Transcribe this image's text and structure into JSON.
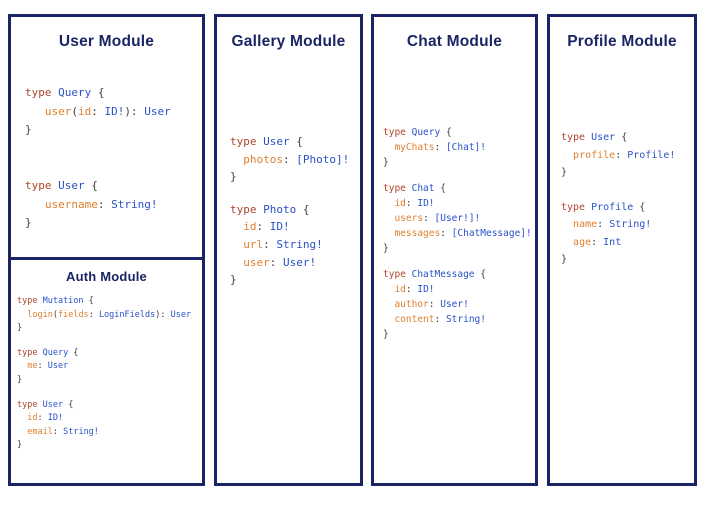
{
  "colors": {
    "border": "#1b2565",
    "title": "#1b2565",
    "keyword": "#b0452e",
    "type_name": "#2a52c8",
    "field": "#df7f2e",
    "type_ref": "#2a52c8",
    "punctuation": "#3d3d3d",
    "background": "#ffffff"
  },
  "modules": [
    {
      "title": "User Module",
      "blocks": [
        {
          "lines": [
            [
              {
                "c": "kw",
                "t": "type "
              },
              {
                "c": "tn",
                "t": "Query"
              },
              {
                "c": "pun",
                "t": " {"
              }
            ],
            [
              {
                "c": "pun",
                "t": "   "
              },
              {
                "c": "fld",
                "t": "user"
              },
              {
                "c": "pun",
                "t": "("
              },
              {
                "c": "fld",
                "t": "id"
              },
              {
                "c": "pun",
                "t": ": "
              },
              {
                "c": "typ",
                "t": "ID!"
              },
              {
                "c": "pun",
                "t": "): "
              },
              {
                "c": "typ",
                "t": "User"
              }
            ],
            [
              {
                "c": "pun",
                "t": "}"
              }
            ]
          ]
        },
        {
          "lines": [
            [
              {
                "c": "kw",
                "t": "type "
              },
              {
                "c": "tn",
                "t": "User"
              },
              {
                "c": "pun",
                "t": " {"
              }
            ],
            [
              {
                "c": "pun",
                "t": "   "
              },
              {
                "c": "fld",
                "t": "username"
              },
              {
                "c": "pun",
                "t": ": "
              },
              {
                "c": "typ",
                "t": "String!"
              }
            ],
            [
              {
                "c": "pun",
                "t": "}"
              }
            ]
          ]
        }
      ],
      "nested": {
        "title": "Auth Module",
        "blocks": [
          {
            "lines": [
              [
                {
                  "c": "kw",
                  "t": "type "
                },
                {
                  "c": "tn",
                  "t": "Mutation"
                },
                {
                  "c": "pun",
                  "t": " {"
                }
              ],
              [
                {
                  "c": "pun",
                  "t": "  "
                },
                {
                  "c": "fld",
                  "t": "login"
                },
                {
                  "c": "pun",
                  "t": "("
                },
                {
                  "c": "fld",
                  "t": "fields"
                },
                {
                  "c": "pun",
                  "t": ": "
                },
                {
                  "c": "typ",
                  "t": "LoginFields"
                },
                {
                  "c": "pun",
                  "t": "): "
                },
                {
                  "c": "typ",
                  "t": "User"
                }
              ],
              [
                {
                  "c": "pun",
                  "t": "}"
                }
              ]
            ]
          },
          {
            "lines": [
              [
                {
                  "c": "kw",
                  "t": "type "
                },
                {
                  "c": "tn",
                  "t": "Query"
                },
                {
                  "c": "pun",
                  "t": " {"
                }
              ],
              [
                {
                  "c": "pun",
                  "t": "  "
                },
                {
                  "c": "fld",
                  "t": "me"
                },
                {
                  "c": "pun",
                  "t": ": "
                },
                {
                  "c": "typ",
                  "t": "User"
                }
              ],
              [
                {
                  "c": "pun",
                  "t": "}"
                }
              ]
            ]
          },
          {
            "lines": [
              [
                {
                  "c": "kw",
                  "t": "type "
                },
                {
                  "c": "tn",
                  "t": "User"
                },
                {
                  "c": "pun",
                  "t": " {"
                }
              ],
              [
                {
                  "c": "pun",
                  "t": "  "
                },
                {
                  "c": "fld",
                  "t": "id"
                },
                {
                  "c": "pun",
                  "t": ": "
                },
                {
                  "c": "typ",
                  "t": "ID!"
                }
              ],
              [
                {
                  "c": "pun",
                  "t": "  "
                },
                {
                  "c": "fld",
                  "t": "email"
                },
                {
                  "c": "pun",
                  "t": ": "
                },
                {
                  "c": "typ",
                  "t": "String!"
                }
              ],
              [
                {
                  "c": "pun",
                  "t": "}"
                }
              ]
            ]
          }
        ]
      }
    },
    {
      "title": "Gallery Module",
      "blocks": [
        {
          "lines": [
            [
              {
                "c": "kw",
                "t": "type "
              },
              {
                "c": "tn",
                "t": "User"
              },
              {
                "c": "pun",
                "t": " {"
              }
            ],
            [
              {
                "c": "pun",
                "t": "  "
              },
              {
                "c": "fld",
                "t": "photos"
              },
              {
                "c": "pun",
                "t": ": "
              },
              {
                "c": "typ",
                "t": "[Photo]!"
              }
            ],
            [
              {
                "c": "pun",
                "t": "}"
              }
            ]
          ]
        },
        {
          "lines": [
            [
              {
                "c": "kw",
                "t": "type "
              },
              {
                "c": "tn",
                "t": "Photo"
              },
              {
                "c": "pun",
                "t": " {"
              }
            ],
            [
              {
                "c": "pun",
                "t": "  "
              },
              {
                "c": "fld",
                "t": "id"
              },
              {
                "c": "pun",
                "t": ": "
              },
              {
                "c": "typ",
                "t": "ID!"
              }
            ],
            [
              {
                "c": "pun",
                "t": "  "
              },
              {
                "c": "fld",
                "t": "url"
              },
              {
                "c": "pun",
                "t": ": "
              },
              {
                "c": "typ",
                "t": "String!"
              }
            ],
            [
              {
                "c": "pun",
                "t": "  "
              },
              {
                "c": "fld",
                "t": "user"
              },
              {
                "c": "pun",
                "t": ": "
              },
              {
                "c": "typ",
                "t": "User!"
              }
            ],
            [
              {
                "c": "pun",
                "t": "}"
              }
            ]
          ]
        }
      ]
    },
    {
      "title": "Chat Module",
      "blocks": [
        {
          "lines": [
            [
              {
                "c": "kw",
                "t": "type "
              },
              {
                "c": "tn",
                "t": "Query"
              },
              {
                "c": "pun",
                "t": " {"
              }
            ],
            [
              {
                "c": "pun",
                "t": "  "
              },
              {
                "c": "fld",
                "t": "myChats"
              },
              {
                "c": "pun",
                "t": ": "
              },
              {
                "c": "typ",
                "t": "[Chat]!"
              }
            ],
            [
              {
                "c": "pun",
                "t": "}"
              }
            ]
          ]
        },
        {
          "lines": [
            [
              {
                "c": "kw",
                "t": "type "
              },
              {
                "c": "tn",
                "t": "Chat"
              },
              {
                "c": "pun",
                "t": " {"
              }
            ],
            [
              {
                "c": "pun",
                "t": "  "
              },
              {
                "c": "fld",
                "t": "id"
              },
              {
                "c": "pun",
                "t": ": "
              },
              {
                "c": "typ",
                "t": "ID!"
              }
            ],
            [
              {
                "c": "pun",
                "t": "  "
              },
              {
                "c": "fld",
                "t": "users"
              },
              {
                "c": "pun",
                "t": ": "
              },
              {
                "c": "typ",
                "t": "[User!]!"
              }
            ],
            [
              {
                "c": "pun",
                "t": "  "
              },
              {
                "c": "fld",
                "t": "messages"
              },
              {
                "c": "pun",
                "t": ": "
              },
              {
                "c": "typ",
                "t": "[ChatMessage]!"
              }
            ],
            [
              {
                "c": "pun",
                "t": "}"
              }
            ]
          ]
        },
        {
          "lines": [
            [
              {
                "c": "kw",
                "t": "type "
              },
              {
                "c": "tn",
                "t": "ChatMessage"
              },
              {
                "c": "pun",
                "t": " {"
              }
            ],
            [
              {
                "c": "pun",
                "t": "  "
              },
              {
                "c": "fld",
                "t": "id"
              },
              {
                "c": "pun",
                "t": ": "
              },
              {
                "c": "typ",
                "t": "ID!"
              }
            ],
            [
              {
                "c": "pun",
                "t": "  "
              },
              {
                "c": "fld",
                "t": "author"
              },
              {
                "c": "pun",
                "t": ": "
              },
              {
                "c": "typ",
                "t": "User!"
              }
            ],
            [
              {
                "c": "pun",
                "t": "  "
              },
              {
                "c": "fld",
                "t": "content"
              },
              {
                "c": "pun",
                "t": ": "
              },
              {
                "c": "typ",
                "t": "String!"
              }
            ],
            [
              {
                "c": "pun",
                "t": "}"
              }
            ]
          ]
        }
      ]
    },
    {
      "title": "Profile Module",
      "blocks": [
        {
          "lines": [
            [
              {
                "c": "kw",
                "t": "type "
              },
              {
                "c": "tn",
                "t": "User"
              },
              {
                "c": "pun",
                "t": " {"
              }
            ],
            [
              {
                "c": "pun",
                "t": "  "
              },
              {
                "c": "fld",
                "t": "profile"
              },
              {
                "c": "pun",
                "t": ": "
              },
              {
                "c": "typ",
                "t": "Profile!"
              }
            ],
            [
              {
                "c": "pun",
                "t": "}"
              }
            ]
          ]
        },
        {
          "lines": [
            [
              {
                "c": "kw",
                "t": "type "
              },
              {
                "c": "tn",
                "t": "Profile"
              },
              {
                "c": "pun",
                "t": " {"
              }
            ],
            [
              {
                "c": "pun",
                "t": "  "
              },
              {
                "c": "fld",
                "t": "name"
              },
              {
                "c": "pun",
                "t": ": "
              },
              {
                "c": "typ",
                "t": "String!"
              }
            ],
            [
              {
                "c": "pun",
                "t": "  "
              },
              {
                "c": "fld",
                "t": "age"
              },
              {
                "c": "pun",
                "t": ": "
              },
              {
                "c": "typ",
                "t": "Int"
              }
            ],
            [
              {
                "c": "pun",
                "t": "}"
              }
            ]
          ]
        }
      ]
    }
  ]
}
